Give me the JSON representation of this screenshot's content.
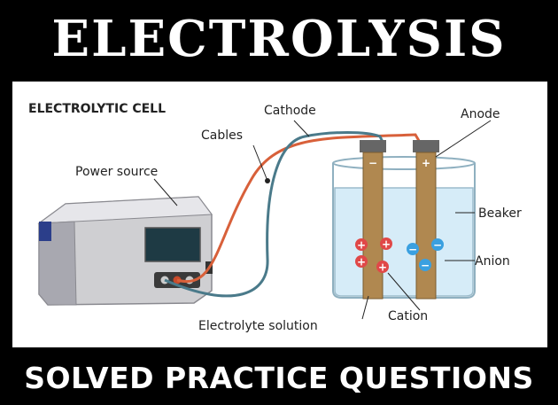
{
  "header": {
    "title": "ELECTROLYSIS"
  },
  "diagram": {
    "heading": "ELECTROLYTIC CELL",
    "labels": {
      "cathode": "Cathode",
      "anode": "Anode",
      "cables": "Cables",
      "power_source": "Power source",
      "beaker": "Beaker",
      "anion": "Anion",
      "cation": "Cation",
      "electrolyte": "Electrolyte solution"
    },
    "electrode_signs": {
      "cathode": "−",
      "anode": "+"
    },
    "ion_signs": {
      "cation": "+",
      "anion": "−"
    }
  },
  "footer": {
    "title": "SOLVED PRACTICE QUESTIONS"
  },
  "colors": {
    "background": "#000000",
    "panel": "#ffffff",
    "electrode": "#b08850",
    "solution": "#d6ecf8",
    "cation": "#e04848",
    "anion": "#3aa0e0",
    "wire_positive": "#d8603a",
    "wire_negative": "#4a7a8a"
  }
}
